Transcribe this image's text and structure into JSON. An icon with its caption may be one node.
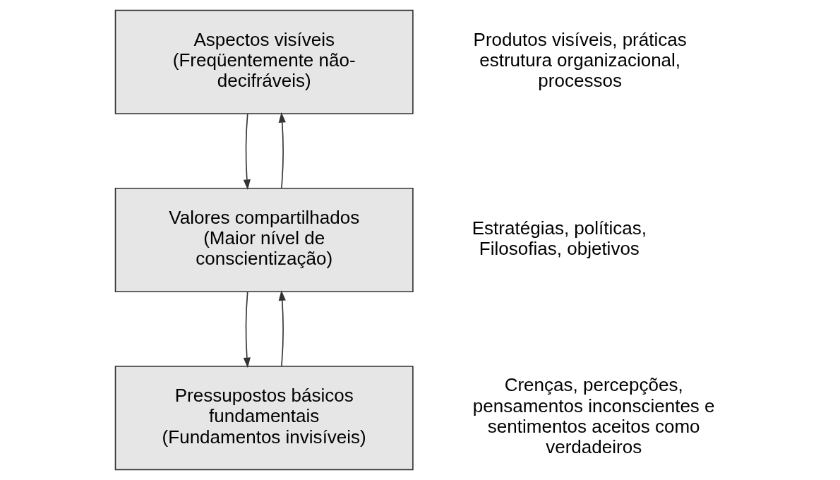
{
  "diagram": {
    "nodes": [
      {
        "text": [
          "Aspectos visíveis",
          "(Freqüentemente não-decifráveis)"
        ],
        "beside": [
          "Produtos visíveis, práticas estrutura organizacional, processos"
        ]
      },
      {
        "text": [
          "Valores compartilhados",
          "(Maior nível de conscientização)"
        ],
        "beside": [
          "Estratégias, políticas, Filosofias, objetivos"
        ]
      },
      {
        "text": [
          "Pressupostos básicos fundamentais",
          "(Fundamentos invisíveis)"
        ],
        "beside": [
          "Crenças, percepções, pensamentos inconscientes e sentimentos aceitos como verdadeiros"
        ]
      }
    ],
    "edges": [
      {
        "from": 0,
        "to": 1,
        "arrow": "to"
      },
      {
        "from": 1,
        "to": 0,
        "arrow": "to"
      },
      {
        "from": 1,
        "to": 2,
        "arrow": "to"
      },
      {
        "from": 2,
        "to": 1,
        "arrow": "to"
      }
    ]
  }
}
